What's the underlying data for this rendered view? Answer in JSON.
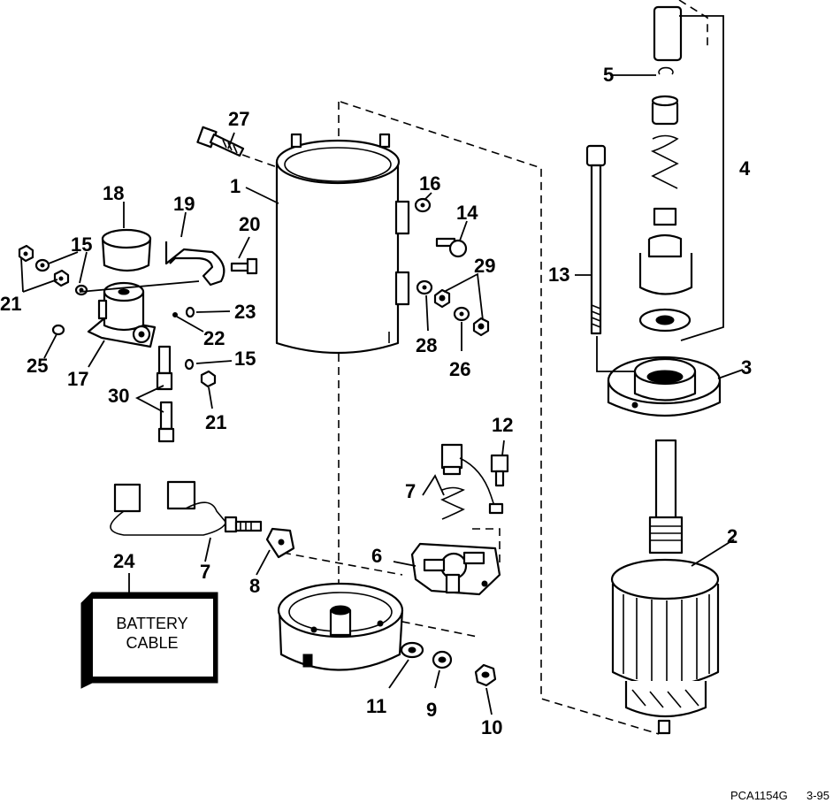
{
  "diagram": {
    "battery_cable_label": "BATTERY CABLE",
    "figure_code": "PCA1154G",
    "figure_date": "3-95",
    "callouts": {
      "c1": "1",
      "c2": "2",
      "c3": "3",
      "c4": "4",
      "c5": "5",
      "c6": "6",
      "c7a": "7",
      "c7b": "7",
      "c8": "8",
      "c9": "9",
      "c10": "10",
      "c11": "11",
      "c12": "12",
      "c13": "13",
      "c14": "14",
      "c15a": "15",
      "c15b": "15",
      "c16": "16",
      "c17": "17",
      "c18": "18",
      "c19": "19",
      "c20": "20",
      "c21a": "21",
      "c21b": "21",
      "c22": "22",
      "c23": "23",
      "c24": "24",
      "c25": "25",
      "c26": "26",
      "c27": "27",
      "c28": "28",
      "c29": "29",
      "c30": "30"
    }
  }
}
